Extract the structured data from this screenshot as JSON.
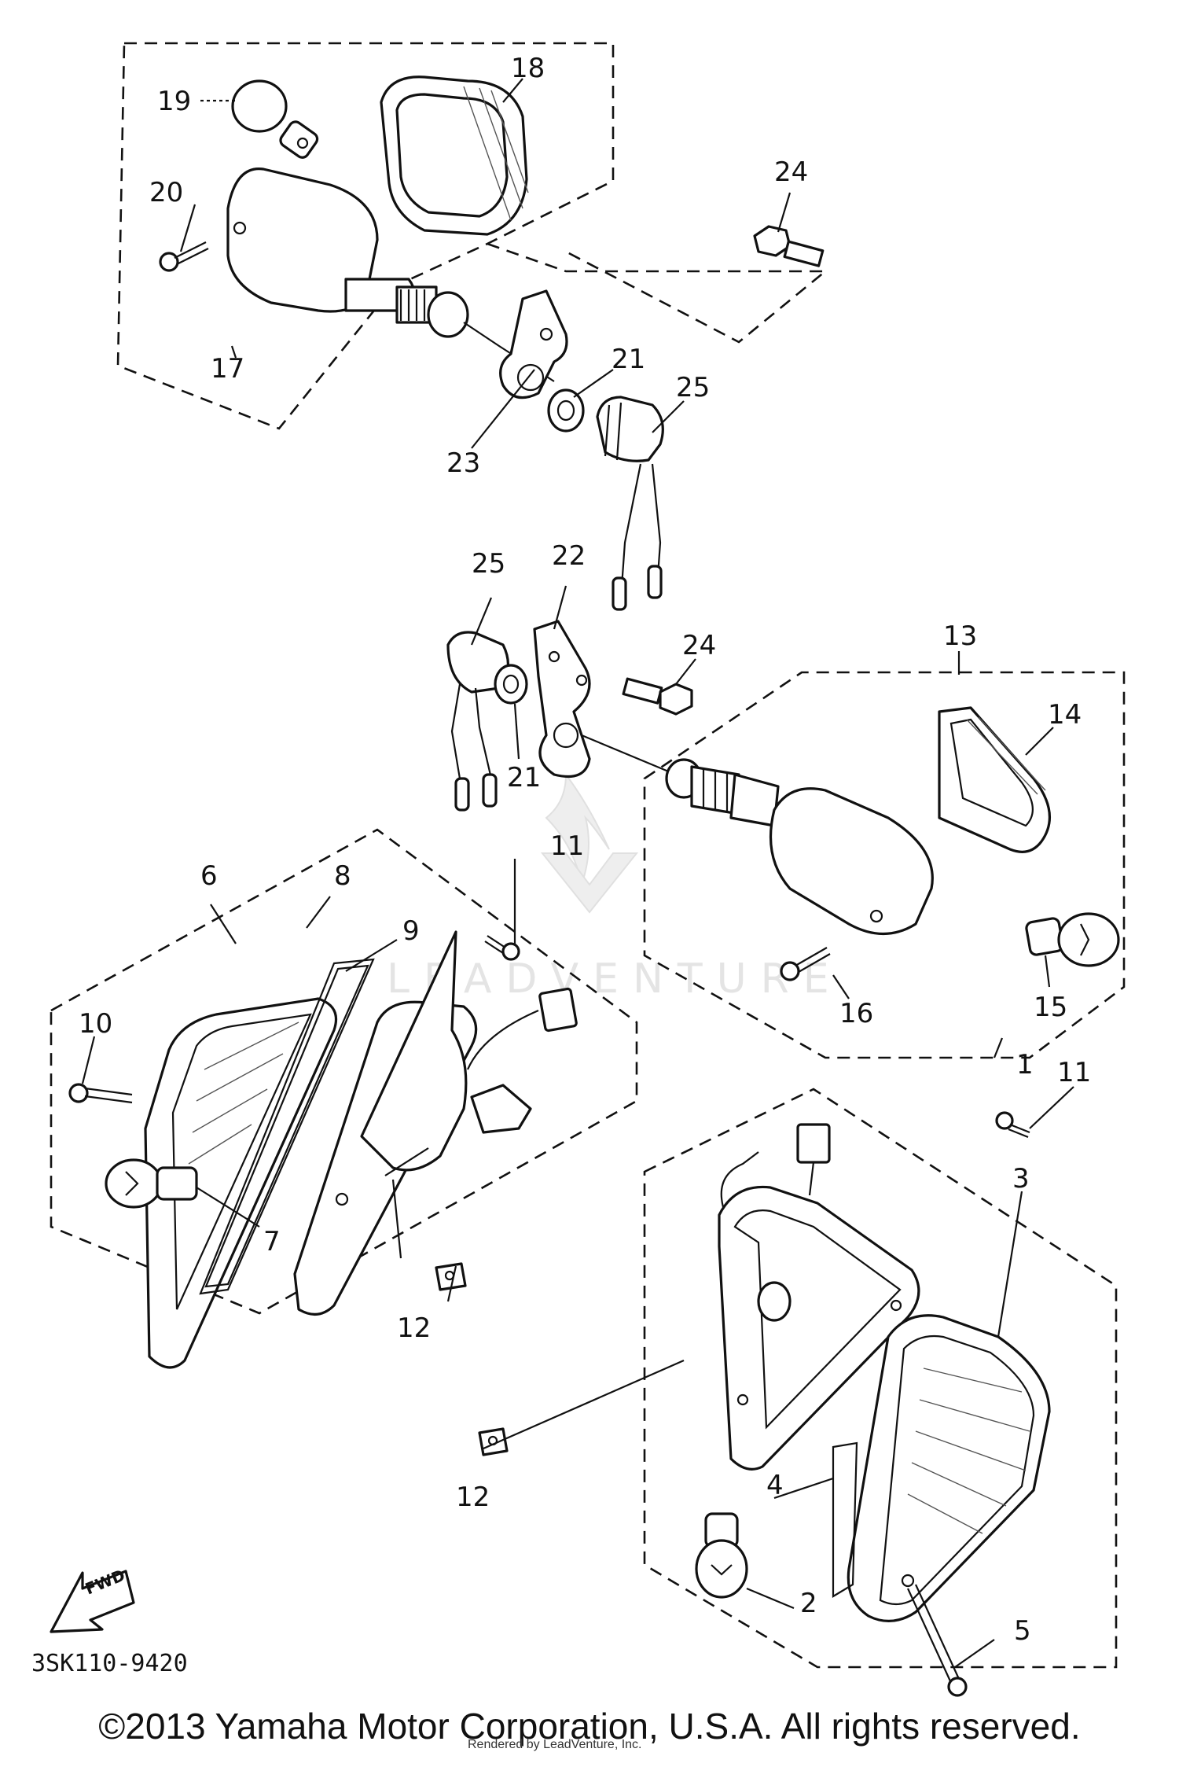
{
  "diagram": {
    "callouts": [
      "1",
      "2",
      "3",
      "4",
      "5",
      "6",
      "7",
      "8",
      "9",
      "10",
      "11",
      "11",
      "12",
      "12",
      "13",
      "14",
      "15",
      "16",
      "17",
      "18",
      "19",
      "20",
      "21",
      "21",
      "22",
      "23",
      "24",
      "24",
      "25",
      "25"
    ],
    "fwd_label": "FWD",
    "diagram_code": "3SK110-9420",
    "watermark": "LEADVENTURE"
  },
  "footer": {
    "copyright": "©2013 Yamaha Motor Corporation, U.S.A. All rights reserved.",
    "rendered_note": "Rendered by LeadVenture, Inc."
  },
  "colors": {
    "ink": "#111111",
    "background": "#ffffff",
    "watermark": "#e4e4e4"
  }
}
